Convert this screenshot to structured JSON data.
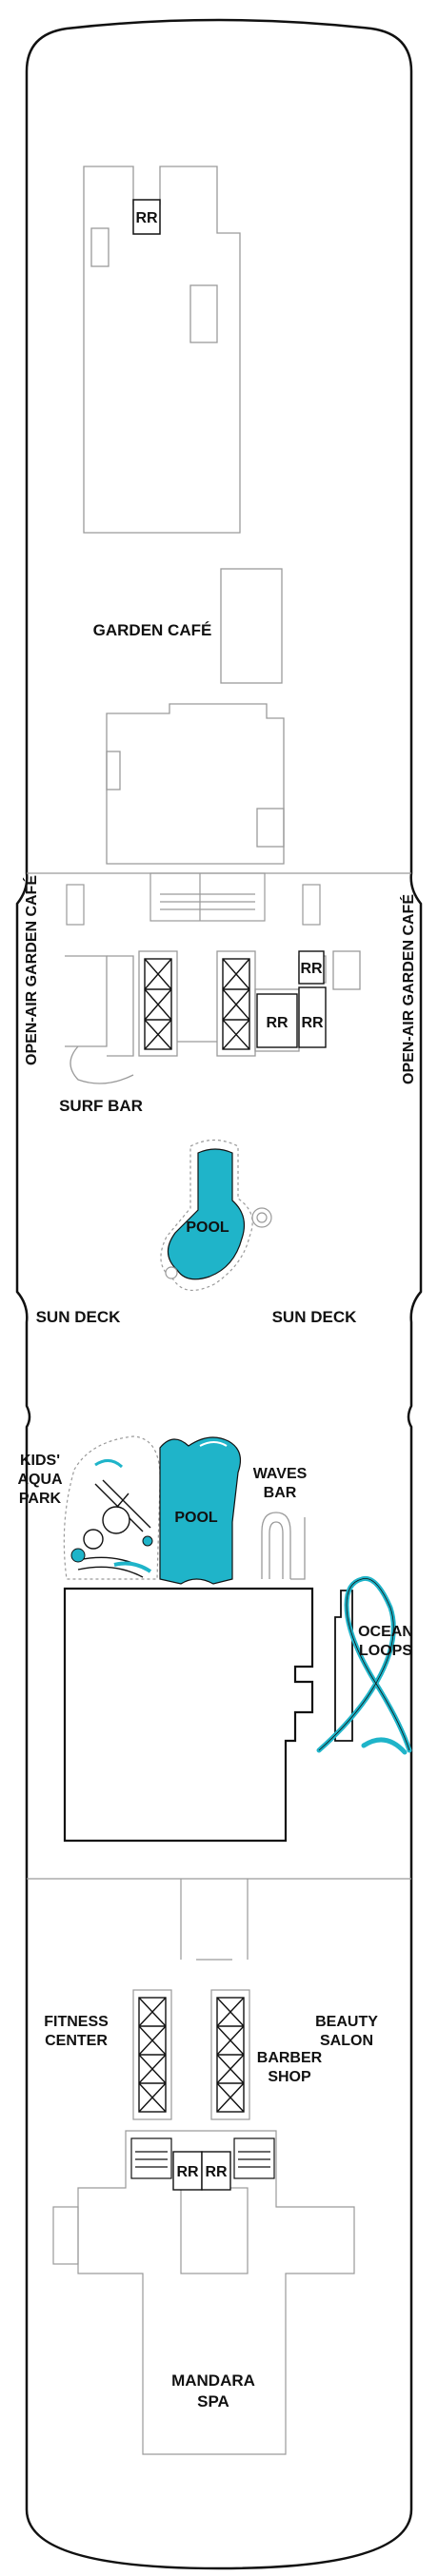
{
  "colors": {
    "hull": "#111111",
    "structure": "#9a9a9a",
    "fill": "#ffffff",
    "water": "#1fb4c9",
    "text": "#111111"
  },
  "labels": {
    "rr_forward": "RR",
    "garden_cafe": "GARDEN CAFÉ",
    "open_air_left": "OPEN-AIR GARDEN CAFÉ",
    "open_air_right": "OPEN-AIR GARDEN CAFÉ",
    "rr_mid_a": "RR",
    "rr_mid_b": "RR",
    "rr_mid_c": "RR",
    "surf_bar": "SURF BAR",
    "pool_main": "POOL",
    "sun_deck_left": "SUN DECK",
    "sun_deck_right": "SUN DECK",
    "kids_aqua_park": [
      "KIDS'",
      "AQUA",
      "PARK"
    ],
    "pool_kids": "POOL",
    "waves_bar": [
      "WAVES",
      "BAR"
    ],
    "ocean_loops": [
      "OCEAN",
      "LOOPS"
    ],
    "fitness_center": [
      "FITNESS",
      "CENTER"
    ],
    "beauty_salon": [
      "BEAUTY",
      "SALON"
    ],
    "barber_shop": [
      "BARBER",
      "SHOP"
    ],
    "rr_aft_a": "RR",
    "rr_aft_b": "RR",
    "mandara_spa": [
      "MANDARA",
      "SPA"
    ]
  }
}
